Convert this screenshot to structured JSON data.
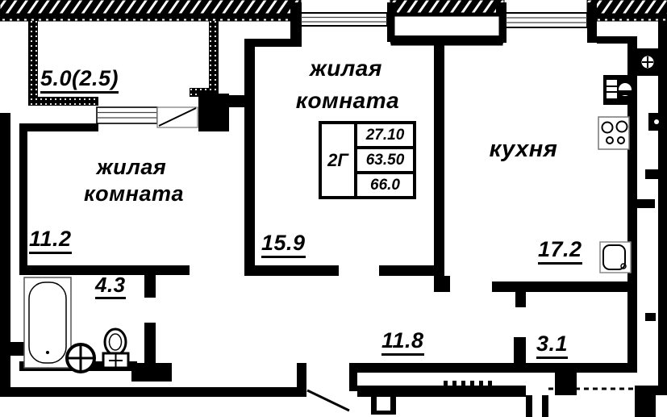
{
  "plan_type": "apartment-floor-plan",
  "colors": {
    "wall": "#000000",
    "background": "#ffffff",
    "fixture_outline": "#777777",
    "window_line": "#555555"
  },
  "rooms": {
    "balcony": {
      "area_label": "5.0(2.5)"
    },
    "living1": {
      "name_line1": "жилая",
      "name_line2": "комната",
      "area": "11.2"
    },
    "living2": {
      "name_line1": "жилая",
      "name_line2": "комната",
      "area": "15.9"
    },
    "kitchen": {
      "name": "кухня",
      "area": "17.2"
    },
    "bathroom": {
      "area": "4.3"
    },
    "hallway": {
      "area": "11.8"
    },
    "storage": {
      "area": "3.1"
    }
  },
  "stamp": {
    "type_label": "2Г",
    "living_area": "27.10",
    "floor_area": "63.50",
    "total_area": "66.0"
  },
  "fixtures": [
    "bathtub-icon",
    "washbasin-icon",
    "toilet-icon",
    "kitchen-sink-icon",
    "stove-4-burner-icon",
    "vent-fan-icon",
    "vent-shaft-icon",
    "entrance-door-icon",
    "balcony-door-icon",
    "window-icon"
  ]
}
